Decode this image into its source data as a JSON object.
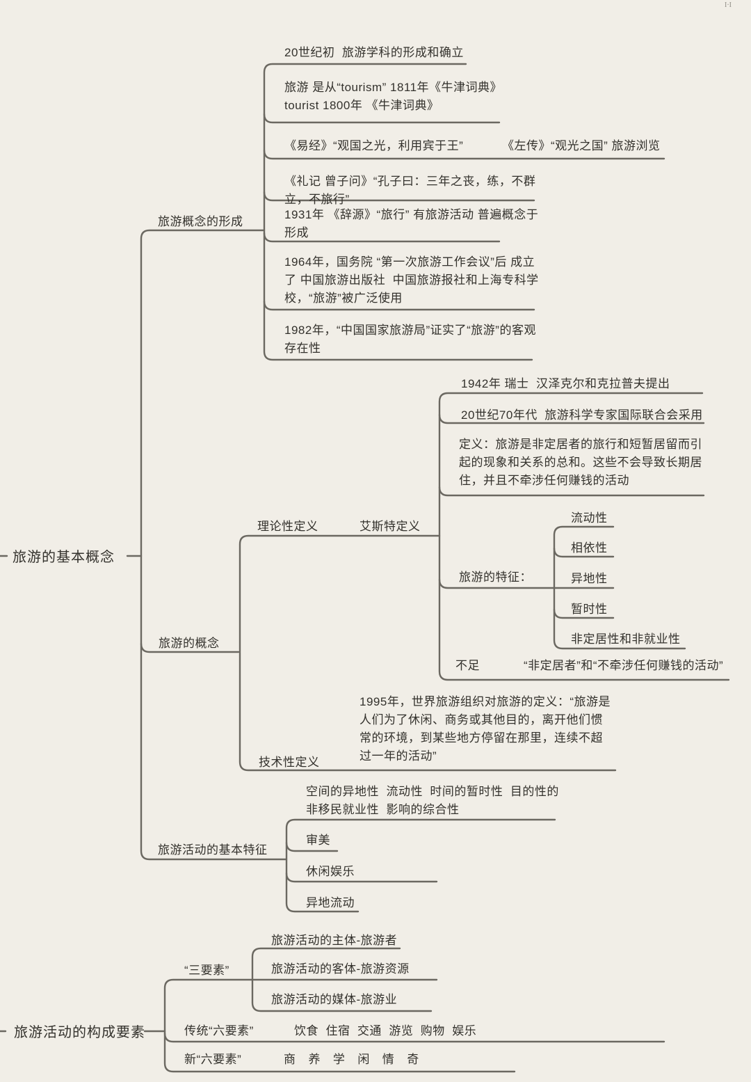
{
  "corner_mark": "I·I",
  "colors": {
    "background": "#f1eee7",
    "line": "#6b6861",
    "text": "#33312c"
  },
  "root1": {
    "label": "旅游的基本概念",
    "formation": {
      "label": "旅游概念的形成",
      "children": [
        {
          "text": "20世纪初  旅游学科的形成和确立"
        },
        {
          "text": "旅游 是从“tourism” 1811年《牛津词典》\ntourist 1800年 《牛津词典》"
        },
        {
          "text": "《易经》“观国之光，利用宾于王”",
          "child": "《左传》“观光之国” 旅游浏览"
        },
        {
          "text": "《礼记 曾子问》“孔子曰：三年之丧，练，不群\n立，不旅行”"
        },
        {
          "text": "1931年 《辞源》“旅行” 有旅游活动 普遍概念于\n形成"
        },
        {
          "text": "1964年，国务院 “第一次旅游工作会议”后 成立\n了 中国旅游出版社  中国旅游报社和上海专科学\n校，“旅游”被广泛使用"
        },
        {
          "text": "1982年，“中国国家旅游局”证实了“旅游”的客观\n存在性"
        }
      ]
    },
    "concept": {
      "label": "旅游的概念",
      "theoretical": {
        "label": "理论性定义",
        "aiest": {
          "label": "艾斯特定义",
          "children": [
            {
              "text": "1942年 瑞士  汉泽克尔和克拉普夫提出"
            },
            {
              "text": "20世纪70年代  旅游科学专家国际联合会采用"
            },
            {
              "text": "定义：旅游是非定居者的旅行和短暂居留而引\n起的现象和关系的总和。这些不会导致长期居\n住，并且不牵涉任何赚钱的活动"
            }
          ],
          "features": {
            "label": "旅游的特征：",
            "items": [
              "流动性",
              "相依性",
              "异地性",
              "暂时性",
              "非定居性和非就业性"
            ]
          },
          "weakness": {
            "label": "不足",
            "text": "“非定居者”和“不牵涉任何赚钱的活动”"
          }
        }
      },
      "technical": {
        "label": "技术性定义",
        "text": "1995年，世界旅游组织对旅游的定义：“旅游是\n人们为了休闲、商务或其他目的，离开他们惯\n常的环境，到某些地方停留在那里，连续不超\n过一年的活动”"
      }
    },
    "characteristics": {
      "label": "旅游活动的基本特征",
      "summary": "空间的异地性  流动性  时间的暂时性  目的性的\n非移民就业性  影响的综合性",
      "items": [
        "审美",
        "休闲娱乐",
        "异地流动"
      ]
    }
  },
  "root2": {
    "label": "旅游活动的构成要素",
    "three": {
      "label": "“三要素”",
      "items": [
        "旅游活动的主体-旅游者",
        "旅游活动的客体-旅游资源",
        "旅游活动的媒体-旅游业"
      ]
    },
    "traditional": {
      "label": "传统“六要素”",
      "text": "饮食  住宿  交通  游览  购物  娱乐"
    },
    "new_six": {
      "label": "新“六要素”",
      "text": "商  养  学  闲  情  奇"
    }
  }
}
